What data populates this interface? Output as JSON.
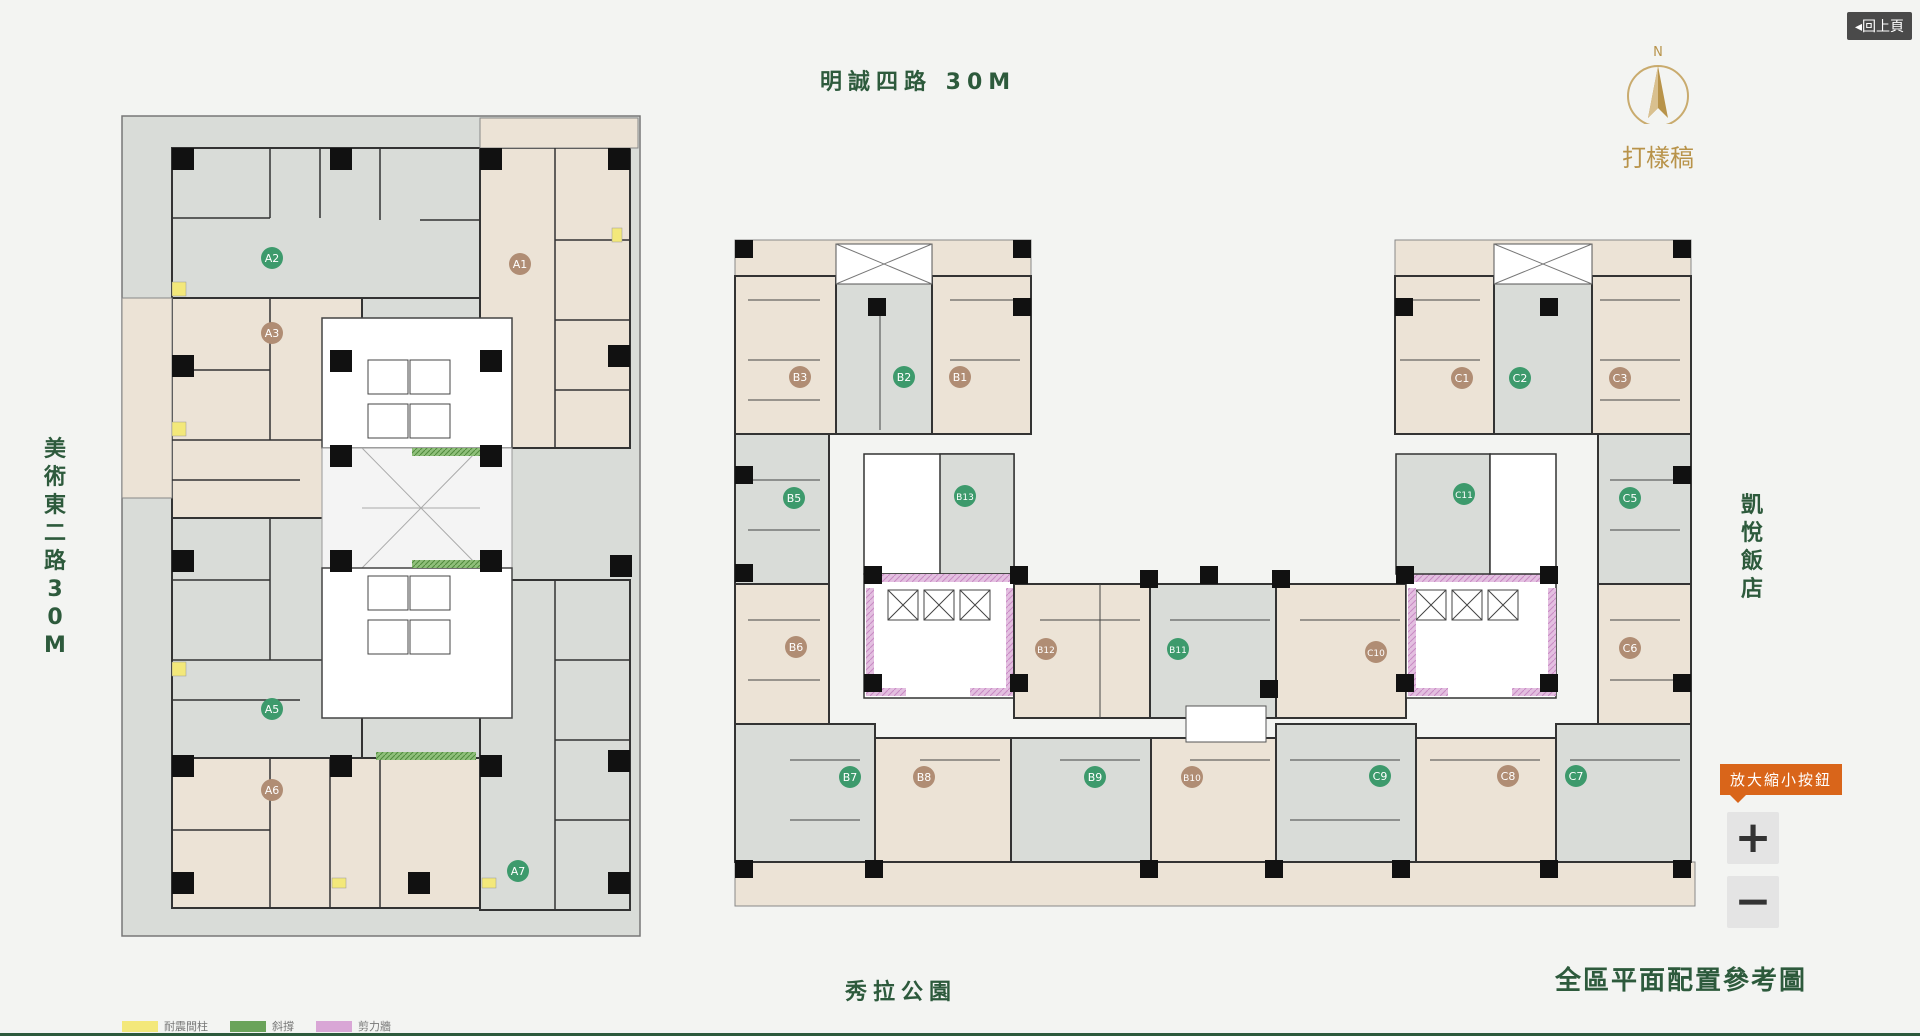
{
  "back_button": "◂回上頁",
  "compass": {
    "north": "N",
    "draft_label": "打樣稿"
  },
  "roads": {
    "north": "明誠四路 30M",
    "west": "美術東二路 30 M",
    "east": "凱悅飯店",
    "south": "秀拉公園"
  },
  "zoom": {
    "label": "放大縮小按鈕",
    "zoom_in": "+",
    "zoom_out": "−"
  },
  "title": "全區平面配置參考圖",
  "legend": [
    {
      "label": "耐震間柱",
      "color": "#f3e87a"
    },
    {
      "label": "斜撐",
      "color": "#6aa35a"
    },
    {
      "label": "剪力牆",
      "color": "#d9a6d6"
    }
  ],
  "units_a": [
    {
      "id": "A1",
      "tone": "brown"
    },
    {
      "id": "A2",
      "tone": "green"
    },
    {
      "id": "A3",
      "tone": "brown"
    },
    {
      "id": "A5",
      "tone": "green"
    },
    {
      "id": "A6",
      "tone": "brown"
    },
    {
      "id": "A7",
      "tone": "green"
    }
  ],
  "units_b": [
    {
      "id": "B1",
      "tone": "brown"
    },
    {
      "id": "B2",
      "tone": "green"
    },
    {
      "id": "B3",
      "tone": "brown"
    },
    {
      "id": "B5",
      "tone": "green"
    },
    {
      "id": "B6",
      "tone": "brown"
    },
    {
      "id": "B7",
      "tone": "green"
    },
    {
      "id": "B8",
      "tone": "brown"
    },
    {
      "id": "B9",
      "tone": "green"
    },
    {
      "id": "B10",
      "tone": "brown"
    },
    {
      "id": "B11",
      "tone": "green"
    },
    {
      "id": "B12",
      "tone": "brown"
    },
    {
      "id": "B13",
      "tone": "green"
    }
  ],
  "units_c": [
    {
      "id": "C1",
      "tone": "brown"
    },
    {
      "id": "C2",
      "tone": "green"
    },
    {
      "id": "C3",
      "tone": "brown"
    },
    {
      "id": "C5",
      "tone": "green"
    },
    {
      "id": "C6",
      "tone": "brown"
    },
    {
      "id": "C7",
      "tone": "green"
    },
    {
      "id": "C8",
      "tone": "brown"
    },
    {
      "id": "C9",
      "tone": "green"
    },
    {
      "id": "C10",
      "tone": "brown"
    },
    {
      "id": "C11",
      "tone": "green"
    }
  ],
  "colors": {
    "green_badge": "#3d9a6c",
    "brown_badge": "#b08d74",
    "beige_fill": "#ece3d6",
    "gray_fill": "#d9dcd8"
  }
}
